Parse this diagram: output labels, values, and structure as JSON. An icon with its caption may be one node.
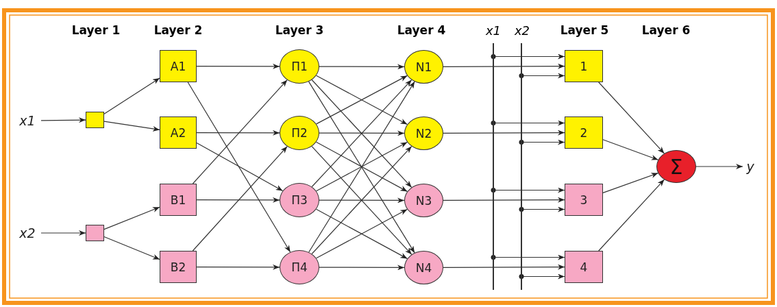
{
  "diagram": {
    "nodes": [
      {
        "text": [
          "x1"
        ]
      },
      {
        "text": [
          "x2"
        ]
      },
      {
        "text": [],
        "shape": "box"
      },
      {
        "text": [],
        "shape": "box"
      },
      {
        "text": [
          "A1"
        ]
      },
      {
        "text": [
          "A2"
        ]
      },
      {
        "text": [
          "B1"
        ]
      },
      {
        "text": [
          "B2"
        ]
      },
      {
        "text": [
          "Π1"
        ]
      },
      {
        "text": [
          "Π2"
        ]
      },
      {
        "text": [
          "Π3"
        ]
      },
      {
        "text": [
          "Π4"
        ]
      },
      {
        "text": [
          "N1"
        ]
      },
      {
        "text": [
          "N2"
        ]
      },
      {
        "text": [
          "N3"
        ]
      },
      {
        "text": [
          "N4"
        ]
      },
      {
        "text": [],
        "shape": "bar",
        "beside": [
          "x1"
        ]
      },
      {
        "text": [],
        "shape": "bar",
        "beside": [
          "x2"
        ]
      },
      {
        "text": [
          "1"
        ]
      },
      {
        "text": [
          "2"
        ]
      },
      {
        "text": [
          "3"
        ]
      },
      {
        "text": [
          "4"
        ]
      },
      {
        "text": [
          "Σ"
        ]
      },
      {
        "text": [
          "y"
        ]
      }
    ],
    "edges": [
      {
        "from": 0,
        "to": 2,
        "arrow": "to"
      },
      {
        "from": 1,
        "to": 3,
        "arrow": "to"
      },
      {
        "from": 2,
        "to": 4,
        "arrow": "to"
      },
      {
        "from": 2,
        "to": 5,
        "arrow": "to"
      },
      {
        "from": 3,
        "to": 6,
        "arrow": "to"
      },
      {
        "from": 3,
        "to": 7,
        "arrow": "to"
      },
      {
        "from": 4,
        "to": 8,
        "arrow": "to"
      },
      {
        "from": 4,
        "to": 11,
        "arrow": "to"
      },
      {
        "from": 5,
        "to": 9,
        "arrow": "to"
      },
      {
        "from": 5,
        "to": 10,
        "arrow": "to"
      },
      {
        "from": 6,
        "to": 8,
        "arrow": "to"
      },
      {
        "from": 6,
        "to": 10,
        "arrow": "to"
      },
      {
        "from": 7,
        "to": 9,
        "arrow": "to"
      },
      {
        "from": 7,
        "to": 11,
        "arrow": "to"
      },
      {
        "from": 8,
        "to": 12,
        "arrow": "to"
      },
      {
        "from": 8,
        "to": 13,
        "arrow": "to"
      },
      {
        "from": 8,
        "to": 14,
        "arrow": "to"
      },
      {
        "from": 8,
        "to": 15,
        "arrow": "to"
      },
      {
        "from": 9,
        "to": 12,
        "arrow": "to"
      },
      {
        "from": 9,
        "to": 13,
        "arrow": "to"
      },
      {
        "from": 9,
        "to": 14,
        "arrow": "to"
      },
      {
        "from": 9,
        "to": 15,
        "arrow": "to"
      },
      {
        "from": 10,
        "to": 12,
        "arrow": "to"
      },
      {
        "from": 10,
        "to": 13,
        "arrow": "to"
      },
      {
        "from": 10,
        "to": 14,
        "arrow": "to"
      },
      {
        "from": 10,
        "to": 15,
        "arrow": "to"
      },
      {
        "from": 11,
        "to": 12,
        "arrow": "to"
      },
      {
        "from": 11,
        "to": 13,
        "arrow": "to"
      },
      {
        "from": 11,
        "to": 14,
        "arrow": "to"
      },
      {
        "from": 11,
        "to": 15,
        "arrow": "to"
      },
      {
        "from": 16,
        "to": 18,
        "arrow": "to"
      },
      {
        "from": 12,
        "to": 18,
        "arrow": "to"
      },
      {
        "from": 17,
        "to": 18,
        "arrow": "to"
      },
      {
        "from": 16,
        "to": 19,
        "arrow": "to"
      },
      {
        "from": 13,
        "to": 19,
        "arrow": "to"
      },
      {
        "from": 17,
        "to": 19,
        "arrow": "to"
      },
      {
        "from": 16,
        "to": 20,
        "arrow": "to"
      },
      {
        "from": 14,
        "to": 20,
        "arrow": "to"
      },
      {
        "from": 17,
        "to": 20,
        "arrow": "to"
      },
      {
        "from": 16,
        "to": 21,
        "arrow": "to"
      },
      {
        "from": 15,
        "to": 21,
        "arrow": "to"
      },
      {
        "from": 17,
        "to": 21,
        "arrow": "to"
      },
      {
        "from": 18,
        "to": 22,
        "arrow": "to"
      },
      {
        "from": 19,
        "to": 22,
        "arrow": "to"
      },
      {
        "from": 20,
        "to": 22,
        "arrow": "to"
      },
      {
        "from": 21,
        "to": 22,
        "arrow": "to"
      },
      {
        "from": 22,
        "to": 23,
        "arrow": "to"
      }
    ],
    "labels": [
      "Layer 1",
      "Layer 2",
      "Layer 3",
      "Layer 4",
      "Layer 5",
      "Layer 6"
    ]
  }
}
